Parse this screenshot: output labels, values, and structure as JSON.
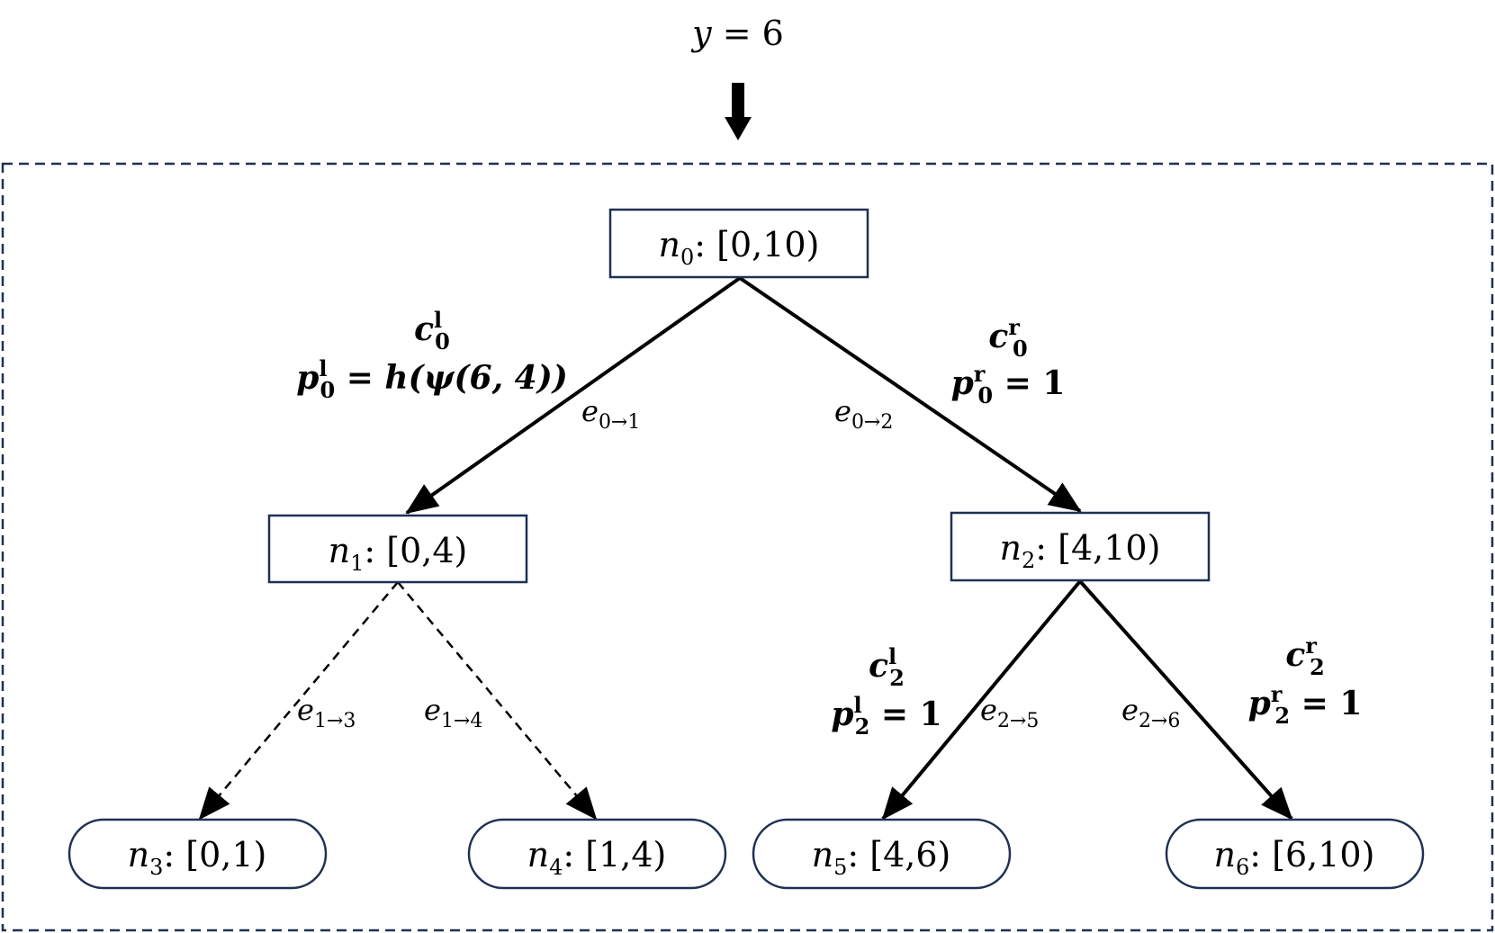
{
  "input": {
    "var": "y",
    "eq": " = ",
    "value": "6"
  },
  "nodes": {
    "n0": {
      "name": "n",
      "sub": "0",
      "interval": ": [0,10)"
    },
    "n1": {
      "name": "n",
      "sub": "1",
      "interval": ": [0,4)"
    },
    "n2": {
      "name": "n",
      "sub": "2",
      "interval": ": [4,10)"
    },
    "n3": {
      "name": "n",
      "sub": "3",
      "interval": ": [0,1)"
    },
    "n4": {
      "name": "n",
      "sub": "4",
      "interval": ": [1,4)"
    },
    "n5": {
      "name": "n",
      "sub": "5",
      "interval": ": [4,6)"
    },
    "n6": {
      "name": "n",
      "sub": "6",
      "interval": ": [6,10)"
    }
  },
  "edges": {
    "e01": {
      "name": "e",
      "sub": "0→1"
    },
    "e02": {
      "name": "e",
      "sub": "0→2"
    },
    "e13": {
      "name": "e",
      "sub": "1→3"
    },
    "e14": {
      "name": "e",
      "sub": "1→4"
    },
    "e25": {
      "name": "e",
      "sub": "2→5"
    },
    "e26": {
      "name": "e",
      "sub": "2→6"
    }
  },
  "conditions": {
    "c0l": {
      "c": "c",
      "csub": "0",
      "csup": "l",
      "p": "p",
      "psub": "0",
      "psup": "l",
      "eq": " = ",
      "val": "h(ψ(6, 4))"
    },
    "c0r": {
      "c": "c",
      "csub": "0",
      "csup": "r",
      "p": "p",
      "psub": "0",
      "psup": "r",
      "eq": " = ",
      "val": "1"
    },
    "c2l": {
      "c": "c",
      "csub": "2",
      "csup": "l",
      "p": "p",
      "psub": "2",
      "psup": "l",
      "eq": " = ",
      "val": "1"
    },
    "c2r": {
      "c": "c",
      "csub": "2",
      "csup": "r",
      "p": "p",
      "psub": "2",
      "psup": "r",
      "eq": " = ",
      "val": "1"
    }
  },
  "colors": {
    "node_border": "#1f3153",
    "frame": "#1f3153",
    "edge": "#000000"
  }
}
